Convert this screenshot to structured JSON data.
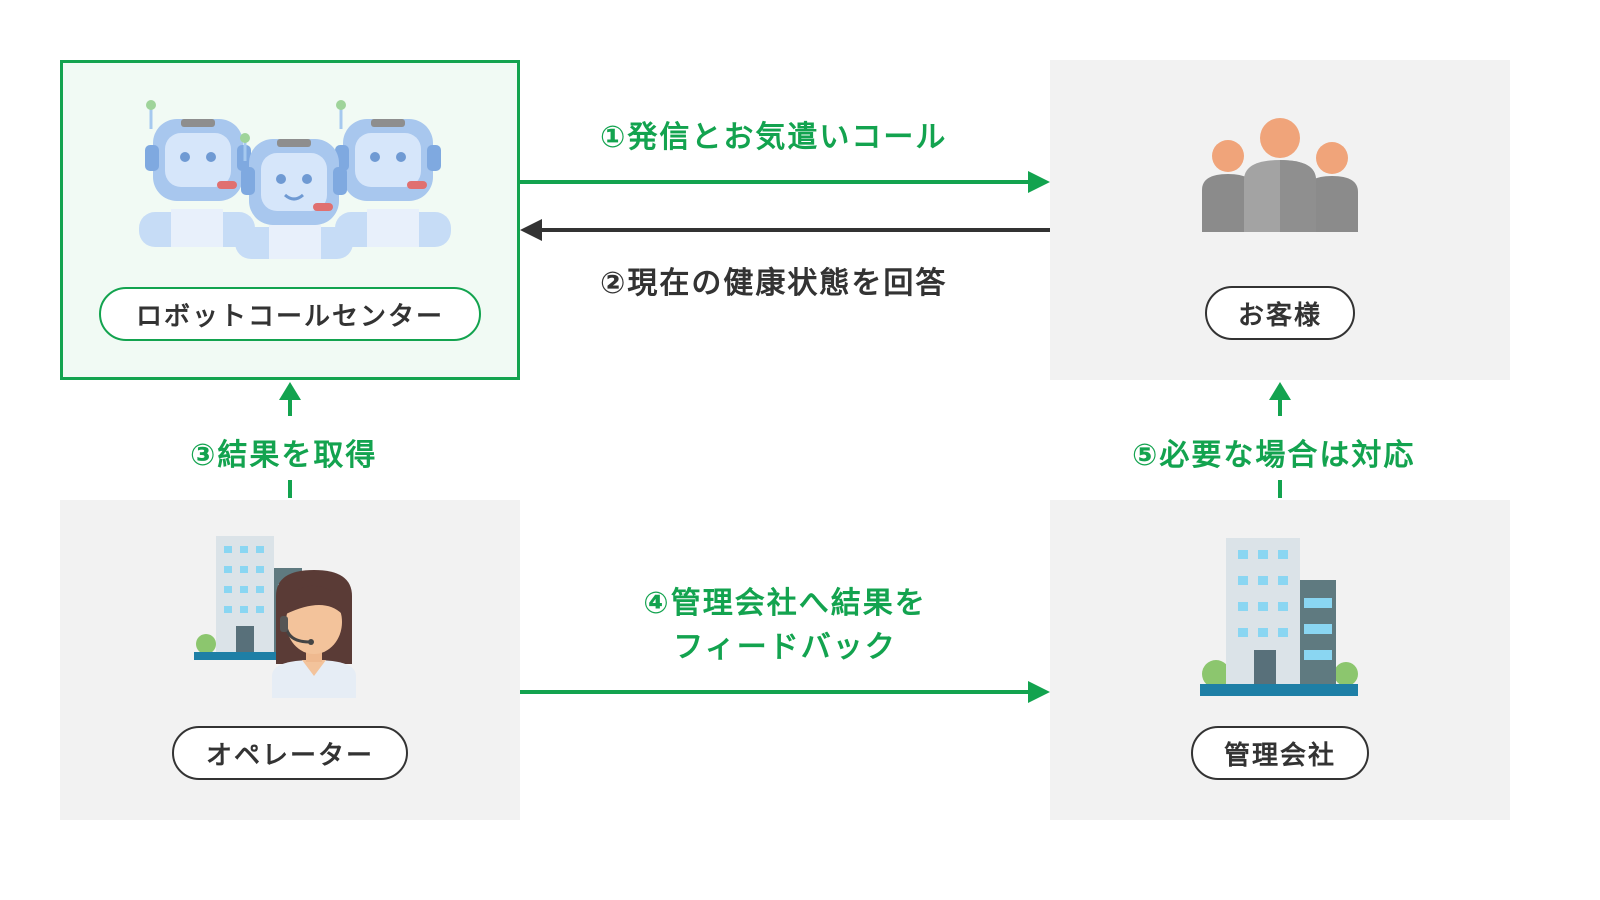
{
  "nodes": {
    "robot_center": {
      "label": "ロボットコールセンター"
    },
    "customer": {
      "label": "お客様"
    },
    "operator": {
      "label": "オペレーター"
    },
    "management_company": {
      "label": "管理会社"
    }
  },
  "flows": {
    "step1": "①発信とお気遣いコール",
    "step2": "②現在の健康状態を回答",
    "step3": "③結果を取得",
    "step4_line1": "④管理会社へ結果を",
    "step4_line2": "フィードバック",
    "step5": "⑤必要な場合は対応"
  },
  "colors": {
    "accent_green": "#13a34f",
    "dark_arrow": "#333333",
    "box_grey": "#f2f2f2",
    "robot_box_bg": "#f1faf4"
  },
  "icons": {
    "robot_center": "robot-operators-icon",
    "customer": "people-group-icon",
    "operator": "operator-with-building-icon",
    "management_company": "office-building-icon"
  }
}
